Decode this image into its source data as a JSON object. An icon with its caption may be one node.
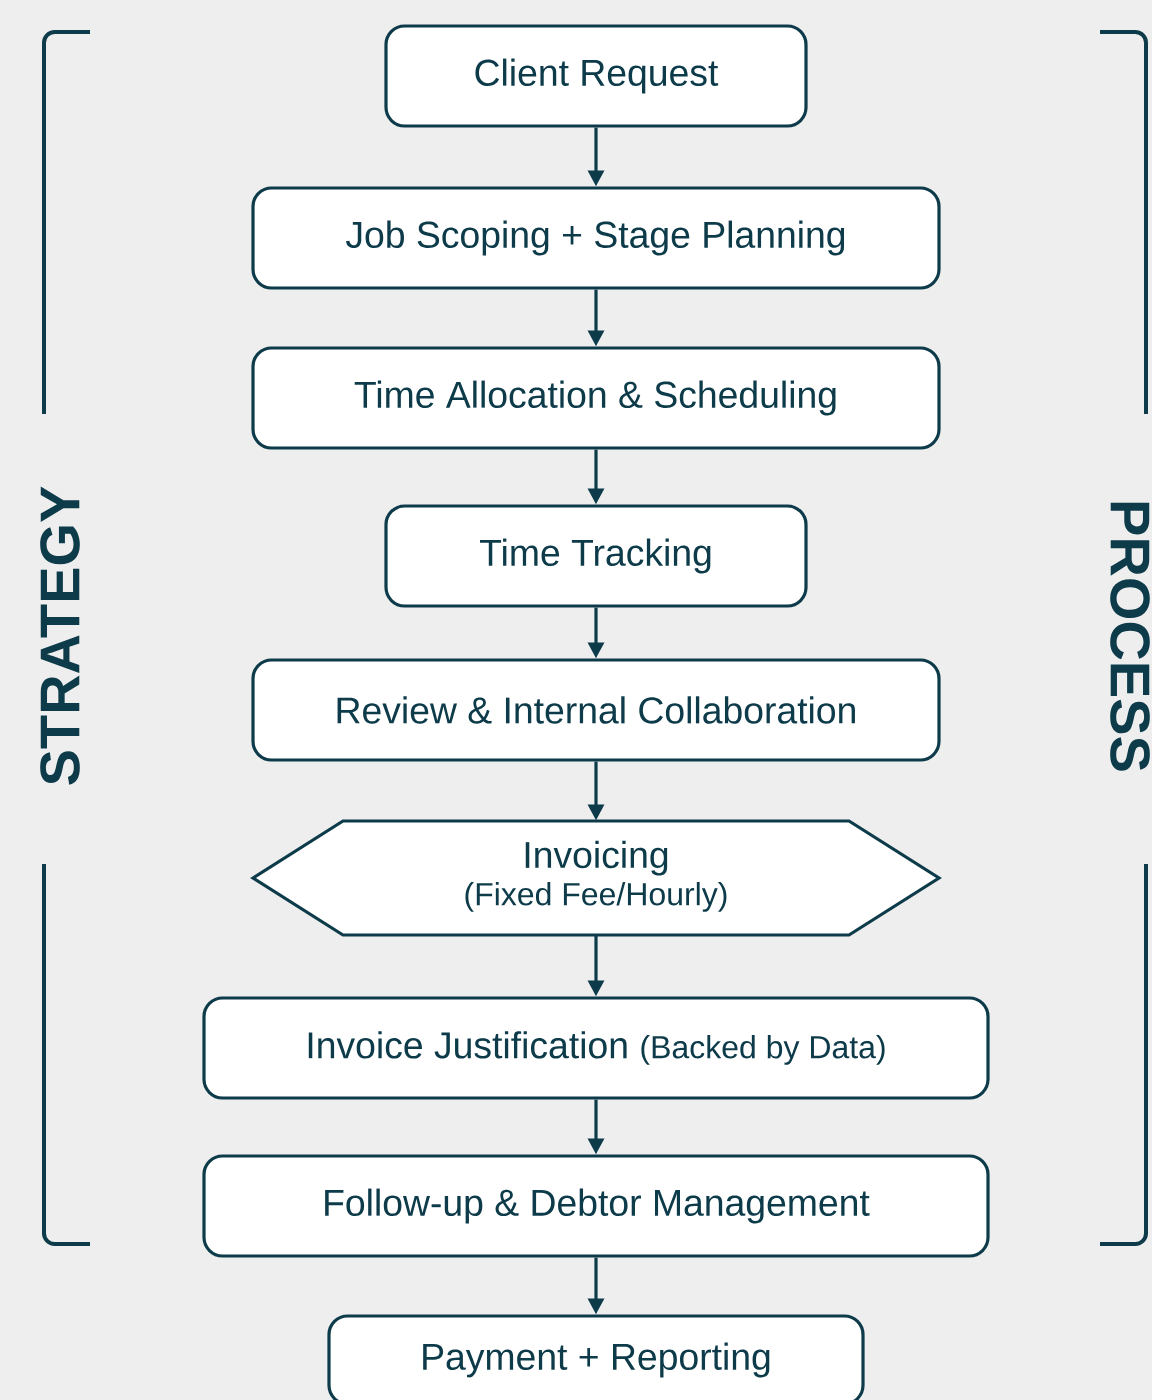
{
  "diagram": {
    "nodes": [
      {
        "text": [
          "Client Request"
        ]
      },
      {
        "text": [
          "Job Scoping + Stage Planning"
        ]
      },
      {
        "text": [
          "Time Allocation & Scheduling"
        ]
      },
      {
        "text": [
          "Time Tracking"
        ]
      },
      {
        "text": [
          "Review & Internal Collaboration"
        ]
      },
      {
        "text": [
          "Invoicing",
          "(Fixed Fee/Hourly)"
        ]
      },
      {
        "text": [
          "Invoice Justification",
          "(Backed by Data)"
        ]
      },
      {
        "text": [
          "Follow-up & Debtor Management"
        ]
      },
      {
        "text": [
          "Payment + Reporting"
        ]
      }
    ],
    "edges": [
      {
        "from": 0,
        "to": 1,
        "arrow": "to"
      },
      {
        "from": 1,
        "to": 2,
        "arrow": "to"
      },
      {
        "from": 2,
        "to": 3,
        "arrow": "to"
      },
      {
        "from": 3,
        "to": 4,
        "arrow": "to"
      },
      {
        "from": 4,
        "to": 5,
        "arrow": "to"
      },
      {
        "from": 5,
        "to": 6,
        "arrow": "to"
      },
      {
        "from": 6,
        "to": 7,
        "arrow": "to"
      },
      {
        "from": 7,
        "to": 8,
        "arrow": "to"
      }
    ],
    "labels": [
      "STRATEGY",
      "PROCESS"
    ]
  }
}
